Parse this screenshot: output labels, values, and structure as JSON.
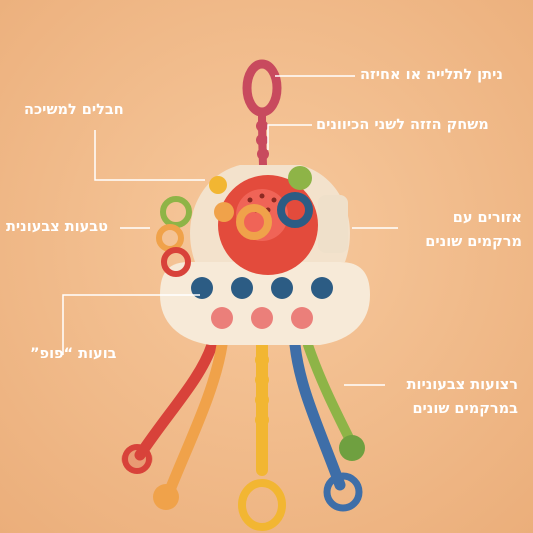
{
  "colors": {
    "background": "#F1B986",
    "label_text": "#FFFFFF",
    "leader_line": "#FFFFFF",
    "body_cream": "#F7EAD8",
    "dome_red": "#E34B3C",
    "bubble_blue": "#2C5C84",
    "bubble_pink": "#EB7F7A",
    "strap_red": "#D8423A",
    "strap_yellow": "#F2B632",
    "strap_blue": "#3E6EA8",
    "strap_green": "#8EB447",
    "strap_orange": "#F0A24A",
    "hanger_ring": "#C84A5E"
  },
  "labels": {
    "hang_grab": "ניתן לתלייה או אחיזה",
    "pull_ropes": "חבלים למשיכה",
    "two_way_game": "משחק הזזה לשני הכיוונים",
    "colorful_rings": "טבעות צבעונית",
    "textured_zones_line1": "אזורים עם",
    "textured_zones_line2": "מרקמים שונים",
    "pop_bubbles": "בועות “פופ”",
    "colorful_straps_line1": "רצועות צבעוניות",
    "colorful_straps_line2": "במרקמים שונים"
  }
}
